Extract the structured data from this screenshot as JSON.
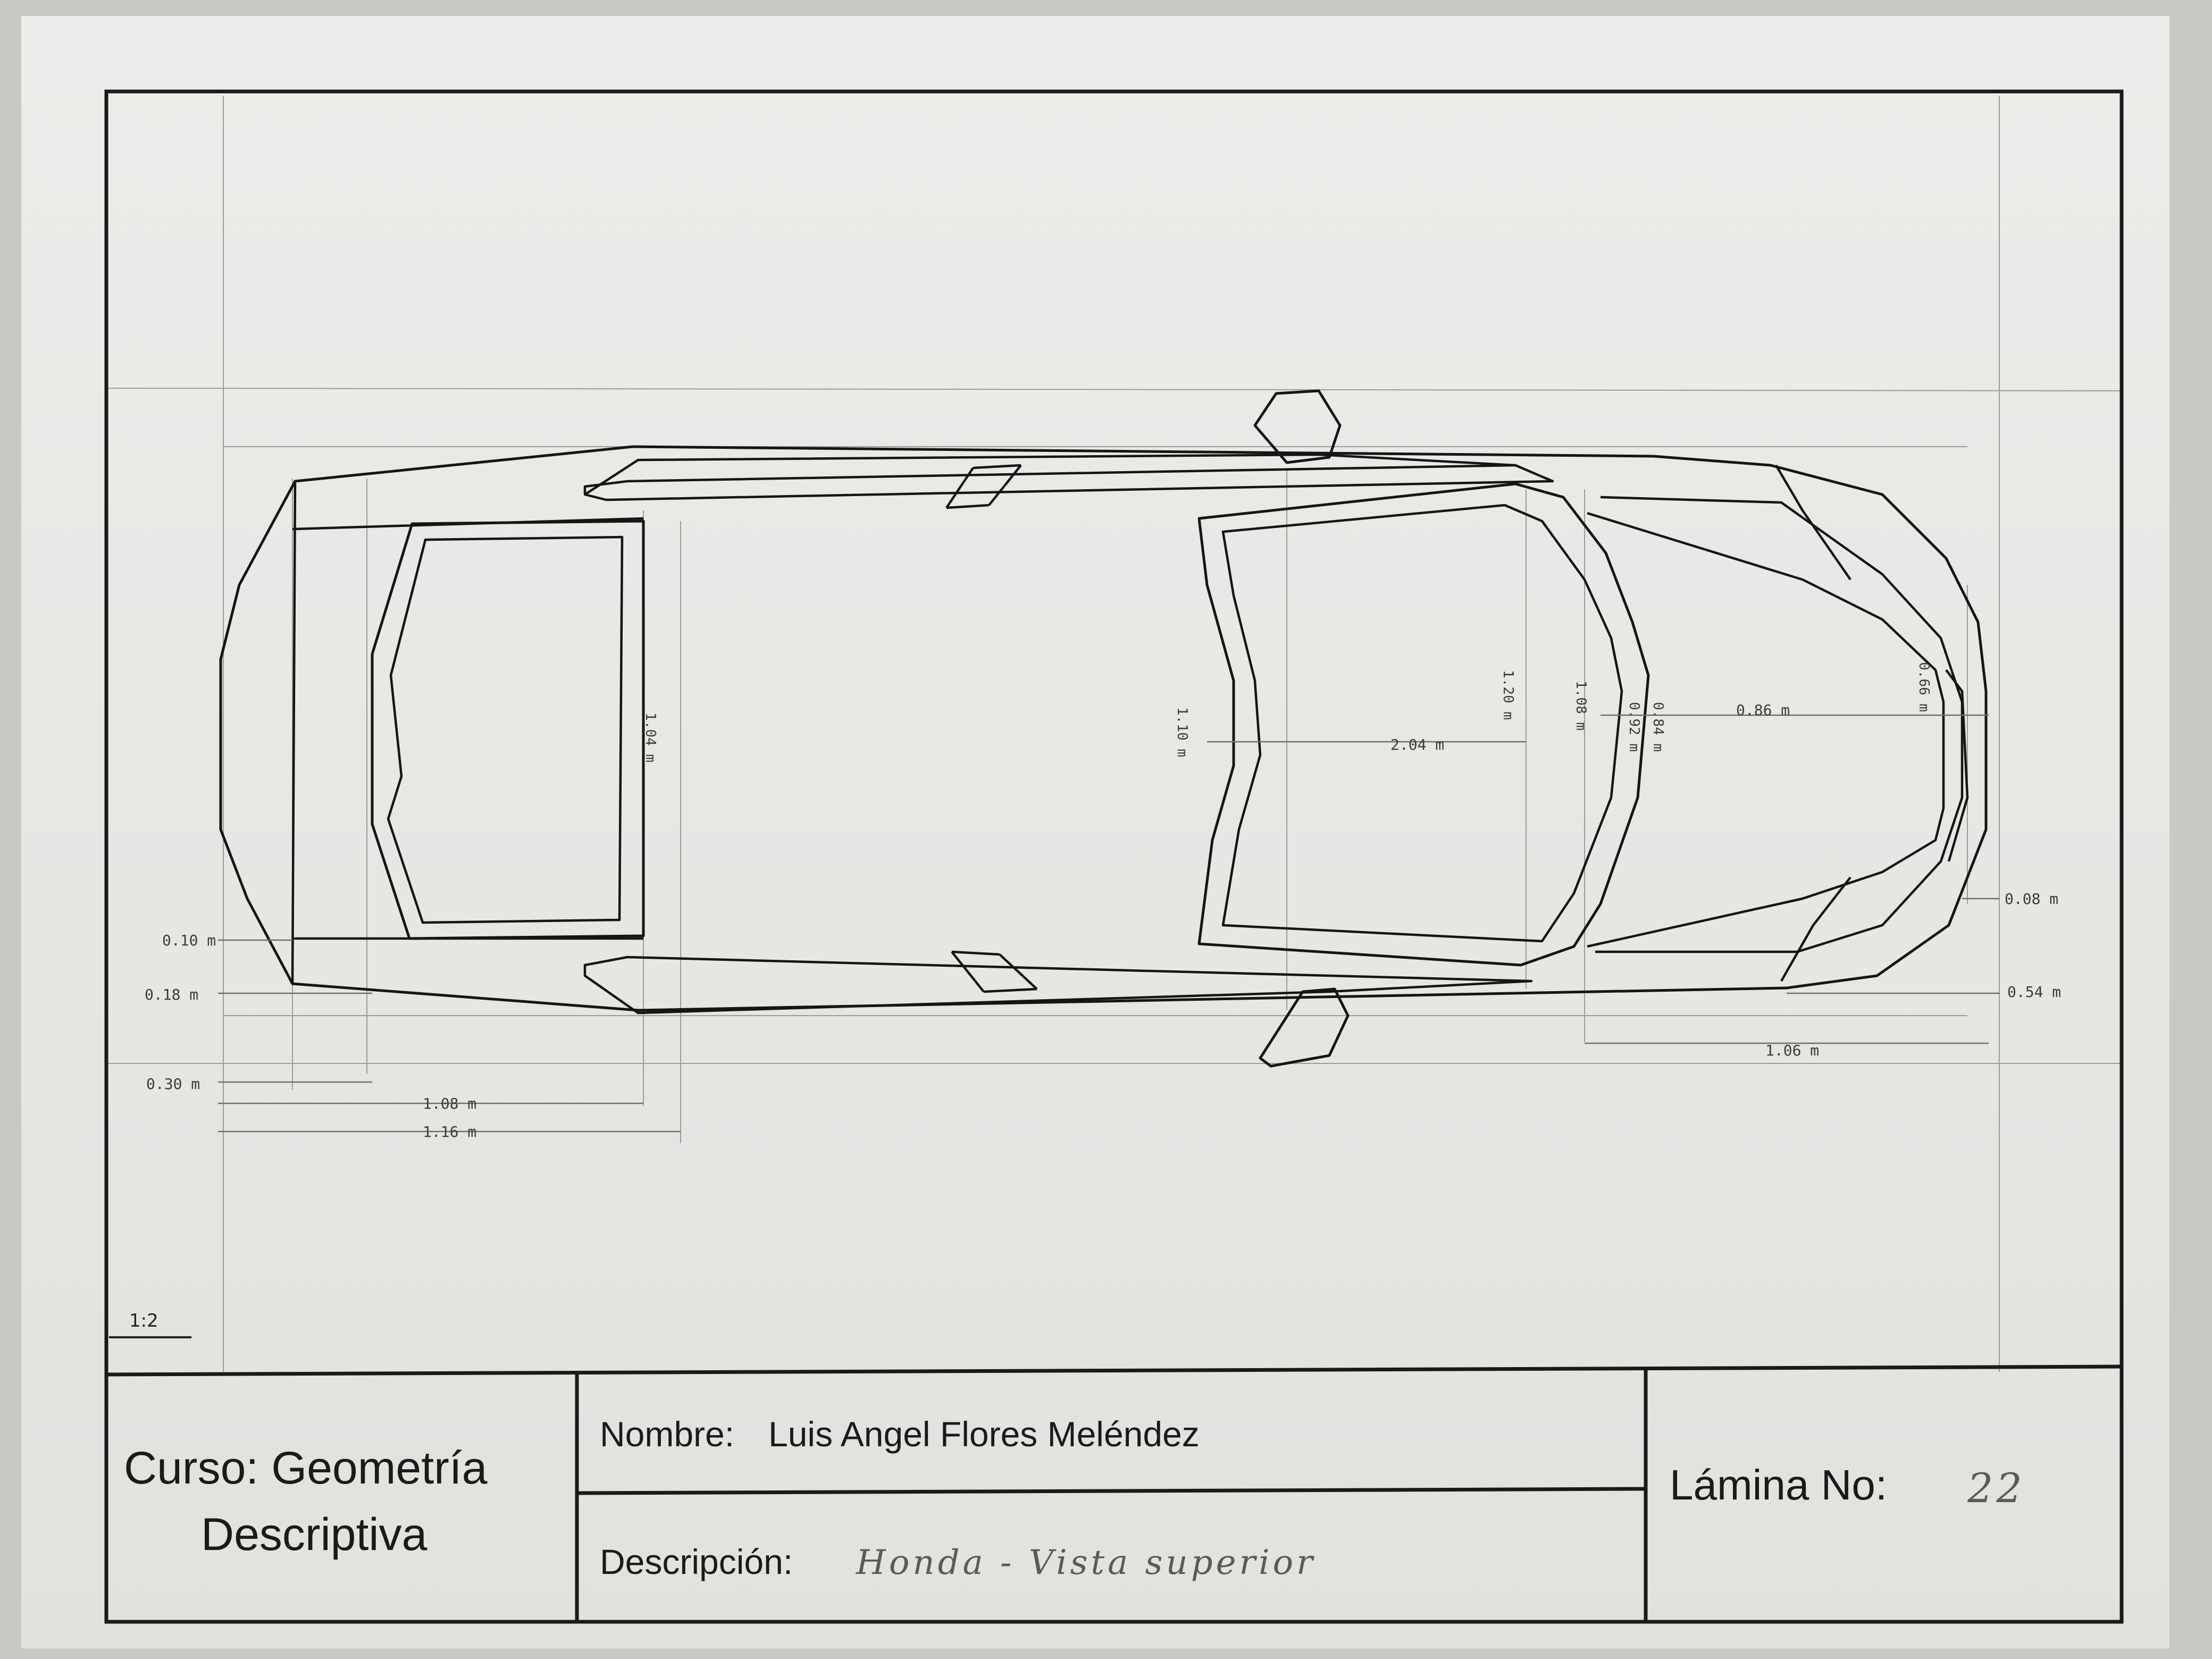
{
  "title_block": {
    "course": "Curso: Geometría",
    "course_line2": "Descriptiva",
    "name_label": "Nombre:",
    "name": "Luis Angel Flores Meléndez",
    "description_label": "Descripción:",
    "description": "Honda - Vista superior",
    "sheet_label": "Lámina No:",
    "sheet_number": "22"
  },
  "scale": "1:2",
  "dimensions": {
    "d_010": "0.10 m",
    "d_018": "0.18 m",
    "d_030": "0.30 m",
    "d_108": "1.08 m",
    "d_116": "1.16 m",
    "d_104": "1.04 m",
    "d_110": "1.10 m",
    "d_204": "2.04 m",
    "d_120": "1.20 m",
    "d_108b": "1.08 m",
    "d_092": "0.92 m",
    "d_084": "0.84 m",
    "d_086": "0.86 m",
    "d_066": "0.66 m",
    "d_008": "0.08 m",
    "d_054": "0.54 m",
    "d_106": "1.06 m"
  },
  "colors": {
    "ink": "#151515",
    "paper": "#e9e9e6",
    "pencil": "#9c9c98"
  }
}
